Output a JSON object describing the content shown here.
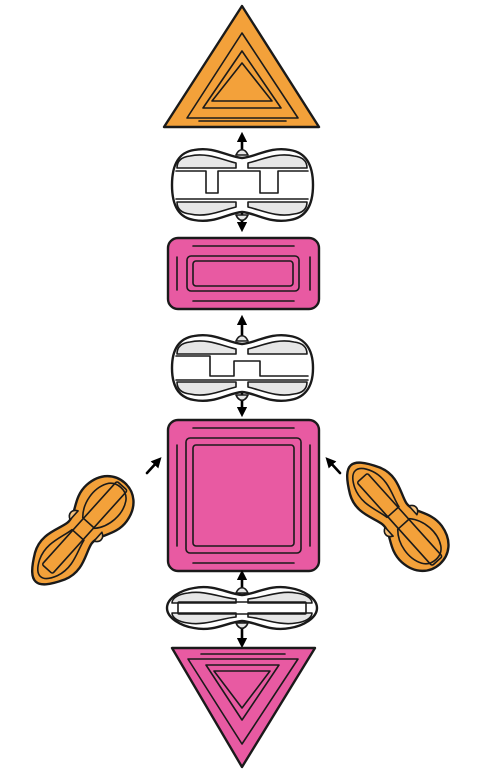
{
  "diagram": {
    "colors": {
      "orange": "#f3a13a",
      "pink": "#e85aa2",
      "connector": "#ffffff",
      "connector_accent": "#e6e6e6",
      "outline": "#1a1a1a"
    },
    "pieces": [
      "orange-triangle",
      "connector-top",
      "pink-rectangle",
      "connector-middle",
      "pink-square",
      "left-orange-connector",
      "right-orange-connector",
      "connector-bottom",
      "pink-triangle"
    ]
  }
}
